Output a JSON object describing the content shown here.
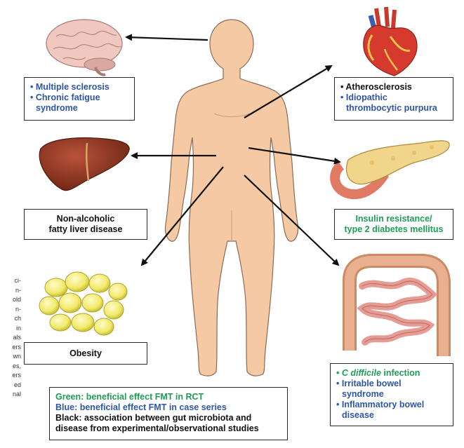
{
  "boxes": {
    "brain": [
      "• Multiple sclerosis",
      "• Chronic fatigue",
      "syndrome"
    ],
    "heart": [
      "• Atherosclerosis",
      "• Idiopathic",
      "thrombocytic purpura"
    ],
    "liver": [
      "Non-alcoholic",
      "fatty liver disease"
    ],
    "pancreas": [
      "Insulin resistance/",
      "type 2 diabetes mellitus"
    ],
    "fat": [
      "Obesity"
    ],
    "gut": {
      "item1_italic": "C difficile",
      "item1_rest": " infection",
      "item2": [
        "• Irritable bowel",
        "syndrome"
      ],
      "item3": [
        "• Inflammatory bowel",
        "disease"
      ]
    }
  },
  "legend": {
    "green": "Green: beneficial effect FMT in RCT",
    "blue": "Blue: beneficial effect FMT in case series",
    "black_1": "Black: association between gut microbiota and",
    "black_2": "disease from experimental/observational studies"
  },
  "margin_text": [
    "ci-",
    "n-",
    "old",
    "n-",
    "ch",
    "in",
    "als",
    "ers",
    "wn",
    "es,",
    "ers",
    "ed",
    "nal"
  ],
  "colors": {
    "green": "#1f9d55",
    "blue": "#2f56a6",
    "black": "#111111",
    "skin": "#f4c9a4",
    "skin_outline": "#8a6a55"
  }
}
